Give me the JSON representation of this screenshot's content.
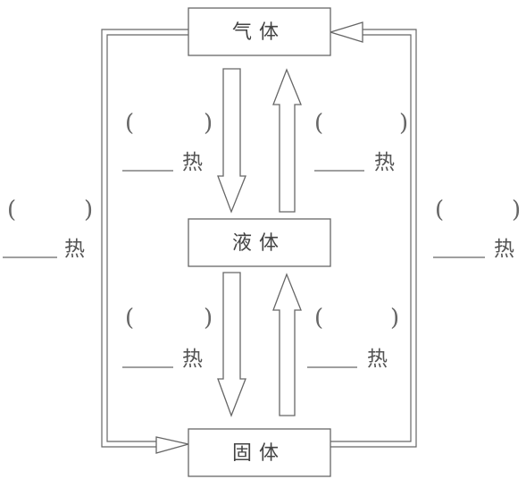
{
  "states": {
    "gas": "气体",
    "liquid": "液体",
    "solid": "固体"
  },
  "paren_open": "(",
  "paren_close": ")",
  "heat_word": "热"
}
